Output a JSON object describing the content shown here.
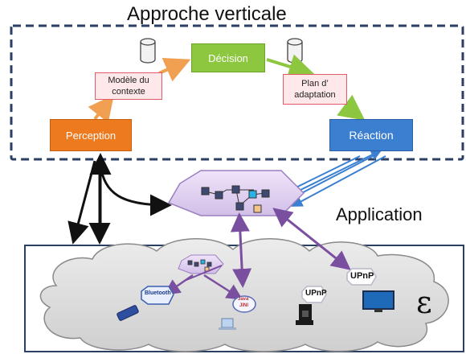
{
  "title": "Approche verticale",
  "application_label": "Application",
  "epsilon_label": "ε",
  "nodes": {
    "perception": "Perception",
    "modele": "Modèle du contexte",
    "decision": "Décision",
    "plan": "Plan d’ adaptation",
    "reaction": "Réaction"
  },
  "devices": {
    "bluetooth": "Bluetooth",
    "upnp_1": "UPnP",
    "upnp_2": "UPnP",
    "java": "Java",
    "jini": "JINI"
  },
  "colors": {
    "perception": "#ee7a1f",
    "decision": "#8dc63f",
    "reaction": "#3b7fd1",
    "pink_fill": "#ffe8ea",
    "pink_border": "#e05a68",
    "arrow_orange": "#f0a050",
    "arrow_green": "#8dc63f",
    "arrow_blue": "#3b7fd1",
    "arrow_purple": "#7b4fa0",
    "hexagon_fill": "#e3d4f2",
    "cloud_fill": "#d9d9d9",
    "dashed_border": "#2b3f63",
    "bottom_border": "#2b3f63"
  }
}
